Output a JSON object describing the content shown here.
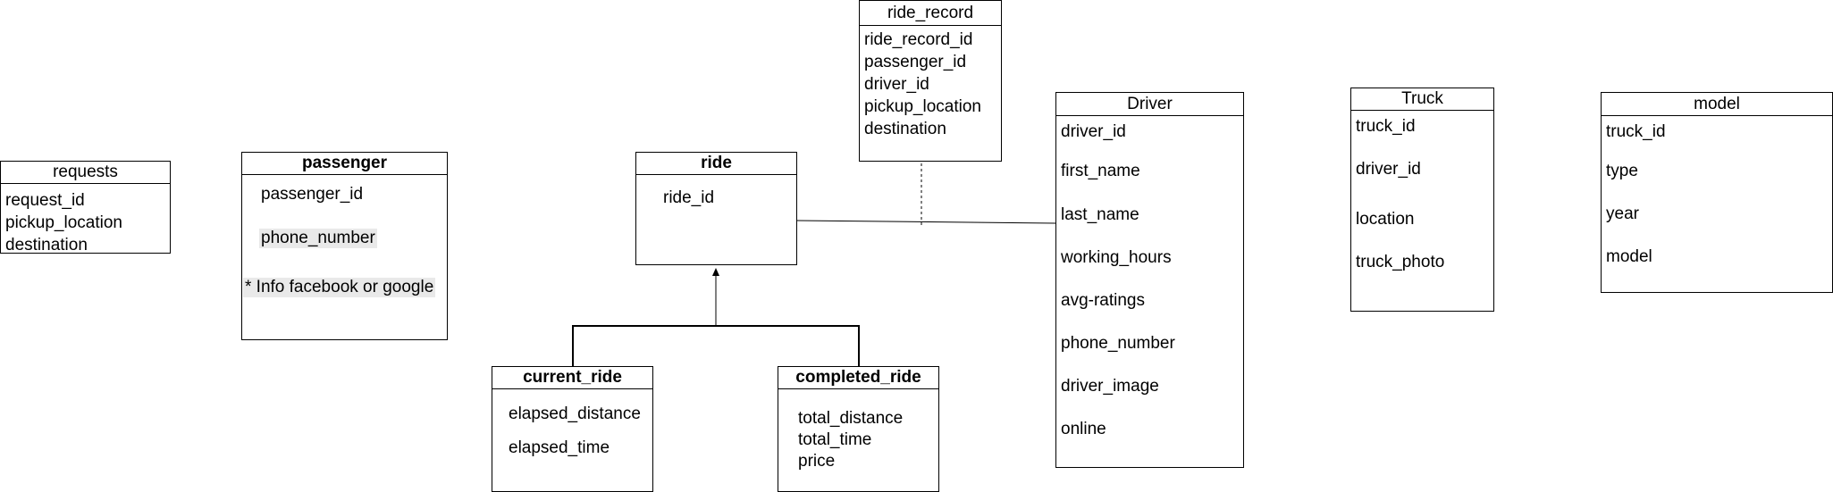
{
  "entities": {
    "requests": {
      "title": "requests",
      "attrs": [
        "request_id",
        "pickup_location",
        "destination"
      ]
    },
    "passenger": {
      "title": "passenger",
      "attrs": [
        "passenger_id",
        "phone_number",
        "* Info facebook or google"
      ]
    },
    "ride": {
      "title": "ride",
      "attrs": [
        "ride_id"
      ]
    },
    "ride_record": {
      "title": "ride_record",
      "attrs": [
        "ride_record_id",
        "passenger_id",
        "driver_id",
        "pickup_location",
        "destination"
      ]
    },
    "current_ride": {
      "title": "current_ride",
      "attrs": [
        "elapsed_distance",
        "elapsed_time"
      ]
    },
    "completed_ride": {
      "title": "completed_ride",
      "attrs": [
        "total_distance",
        "total_time",
        "price"
      ]
    },
    "driver": {
      "title": "Driver",
      "attrs": [
        "driver_id",
        "first_name",
        "last_name",
        "working_hours",
        "avg-ratings",
        "phone_number",
        "driver_image",
        "online"
      ]
    },
    "truck": {
      "title": "Truck",
      "attrs": [
        "truck_id",
        "driver_id",
        "location",
        "truck_photo"
      ]
    },
    "model": {
      "title": "model",
      "attrs": [
        "truck_id",
        "type",
        "year",
        "model"
      ]
    }
  },
  "colors": {
    "line": "#000000",
    "highlight": "#e9e9e9"
  }
}
